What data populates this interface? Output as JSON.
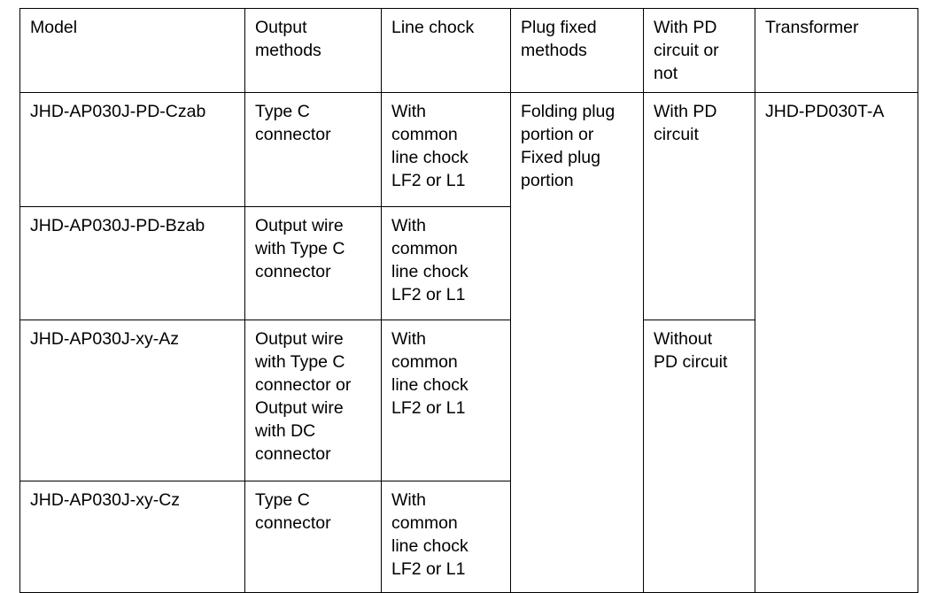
{
  "table": {
    "columns": [
      {
        "key": "model",
        "header": "Model"
      },
      {
        "key": "output",
        "header": "Output\nmethods"
      },
      {
        "key": "chock",
        "header": "Line chock"
      },
      {
        "key": "plug",
        "header": "Plug fixed\nmethods"
      },
      {
        "key": "pd",
        "header": "With PD\ncircuit or\nnot"
      },
      {
        "key": "transformer",
        "header": "Transformer"
      }
    ],
    "rows": [
      {
        "model": "JHD-AP030J-PD-Czab",
        "output": "Type C\nconnector",
        "chock": "With\ncommon\nline chock\nLF2 or L1",
        "plug": "Folding plug\nportion or\nFixed plug\nportion",
        "pd": "With PD\ncircuit",
        "transformer": "JHD-PD030T-A"
      },
      {
        "model": "JHD-AP030J-PD-Bzab",
        "output": "Output wire\nwith Type C\nconnector",
        "chock": "With\ncommon\nline chock\nLF2 or L1"
      },
      {
        "model": "JHD-AP030J-xy-Az",
        "output": "Output wire\nwith Type C\nconnector or\nOutput wire\nwith DC\nconnector",
        "chock": "With\ncommon\nline chock\nLF2 or L1",
        "pd": "Without\nPD circuit"
      },
      {
        "model": "JHD-AP030J-xy-Cz",
        "output": "Type C\nconnector",
        "chock": "With\ncommon\nline chock\nLF2 or L1"
      }
    ],
    "colors": {
      "border": "#000000",
      "text": "#000000",
      "background": "#ffffff"
    }
  }
}
